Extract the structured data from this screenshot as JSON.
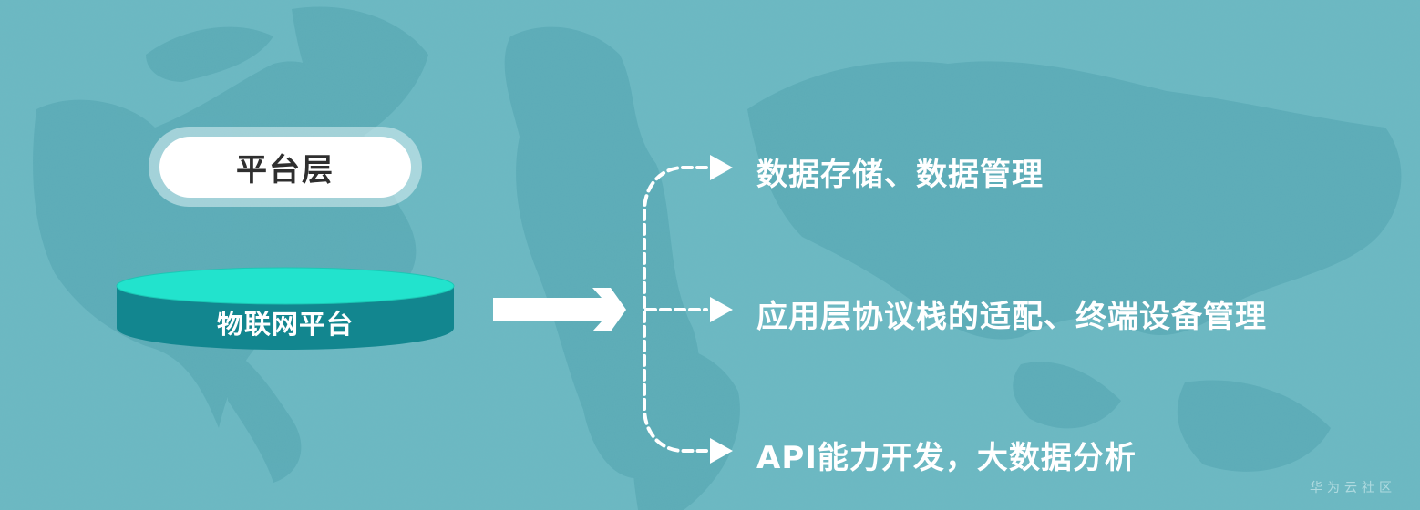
{
  "diagram": {
    "layer_label": "平台层",
    "platform_label": "物联网平台",
    "items": [
      {
        "label": "数据存储、数据管理"
      },
      {
        "label": "应用层协议栈的适配、终端设备管理"
      },
      {
        "label": "API能力开发，大数据分析"
      }
    ]
  },
  "icons": {
    "main_arrow": "right-arrow-icon",
    "branch_arrows": "triangle-right-icon"
  },
  "colors": {
    "background": "#6bb9c3",
    "map_shade": "#4fa3af",
    "disc_top": "#22e3cd",
    "disc_side": "#12868f",
    "pill": "#ffffff",
    "pill_text": "#2f2f2f",
    "text": "#ffffff"
  },
  "watermark": "华为云社区"
}
